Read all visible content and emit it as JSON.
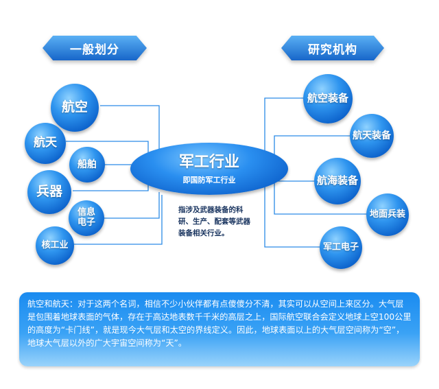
{
  "left_banner": "一般划分",
  "right_banner": "研究机构",
  "center": {
    "title": "军工行业",
    "subtitle": "即国防军工行业"
  },
  "description": "指涉及武器装备的科研、生产、配套等武器装备相关行业。",
  "left_nodes": [
    {
      "id": "aviation",
      "label": "航空"
    },
    {
      "id": "aerospace",
      "label": "航天"
    },
    {
      "id": "shipbuilding",
      "label": "船舶"
    },
    {
      "id": "weapons",
      "label": "兵器"
    },
    {
      "id": "info-electronics",
      "label": "信息电子"
    },
    {
      "id": "nuclear",
      "label": "核工业"
    }
  ],
  "right_nodes": [
    {
      "id": "aviation-equip",
      "label": "航空装备"
    },
    {
      "id": "aerospace-equip",
      "label": "航天装备"
    },
    {
      "id": "naval-equip",
      "label": "航海装备"
    },
    {
      "id": "ground-weapons",
      "label": "地面兵装"
    },
    {
      "id": "military-electronics",
      "label": "军工电子"
    }
  ],
  "note": "航空和航天：对于这两个名词，相信不少小伙伴都有点傻傻分不清，其实可以从空间上来区分。大气层是包围着地球表面的气体，存在于高达地表数千千米的高层之上，国际航空联合会定义地球上空100公里的高度为“卡门线”，就是现今大气层和太空的界线定义。因此，地球表面以上的大气层空间称为“空”，地球大气层以外的广大宇宙空间称为“天”。",
  "colors": {
    "line": "#2a8ae6",
    "bubble": "#1f7fe0",
    "text_dark": "#1a3560"
  }
}
